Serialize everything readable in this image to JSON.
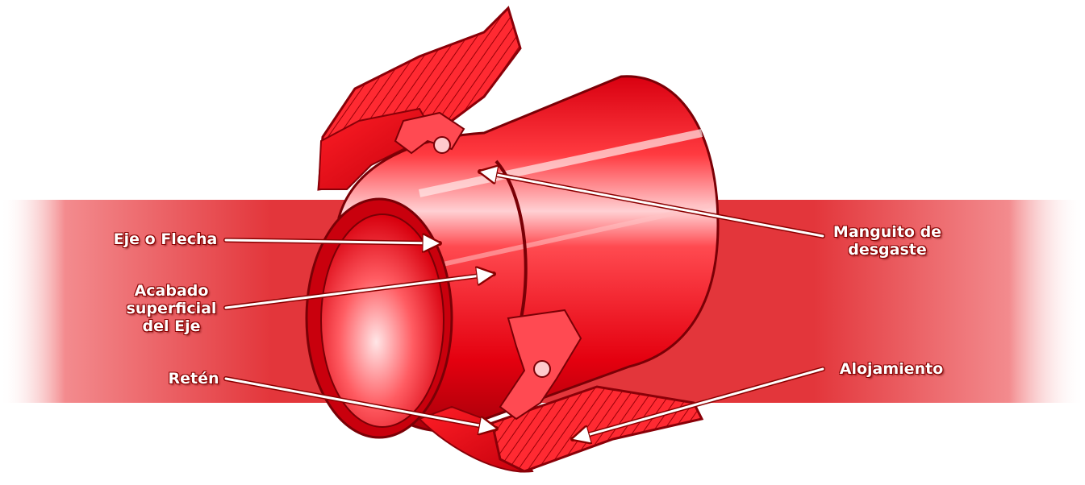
{
  "colors": {
    "band": "#e3363b",
    "metal_dark": "#c3000b",
    "metal_mid": "#ff2a30",
    "metal_light": "#ffd6d8",
    "label_text": "#ffffff",
    "label_outline": "#8a0000"
  },
  "labels": {
    "shaft": "Eje o Flecha",
    "surface_finish": [
      "Acabado",
      "superficial",
      "del Eje"
    ],
    "seal": "Retén",
    "wear_sleeve": [
      "Manguito de",
      "desgaste"
    ],
    "housing": "Alojamiento"
  }
}
